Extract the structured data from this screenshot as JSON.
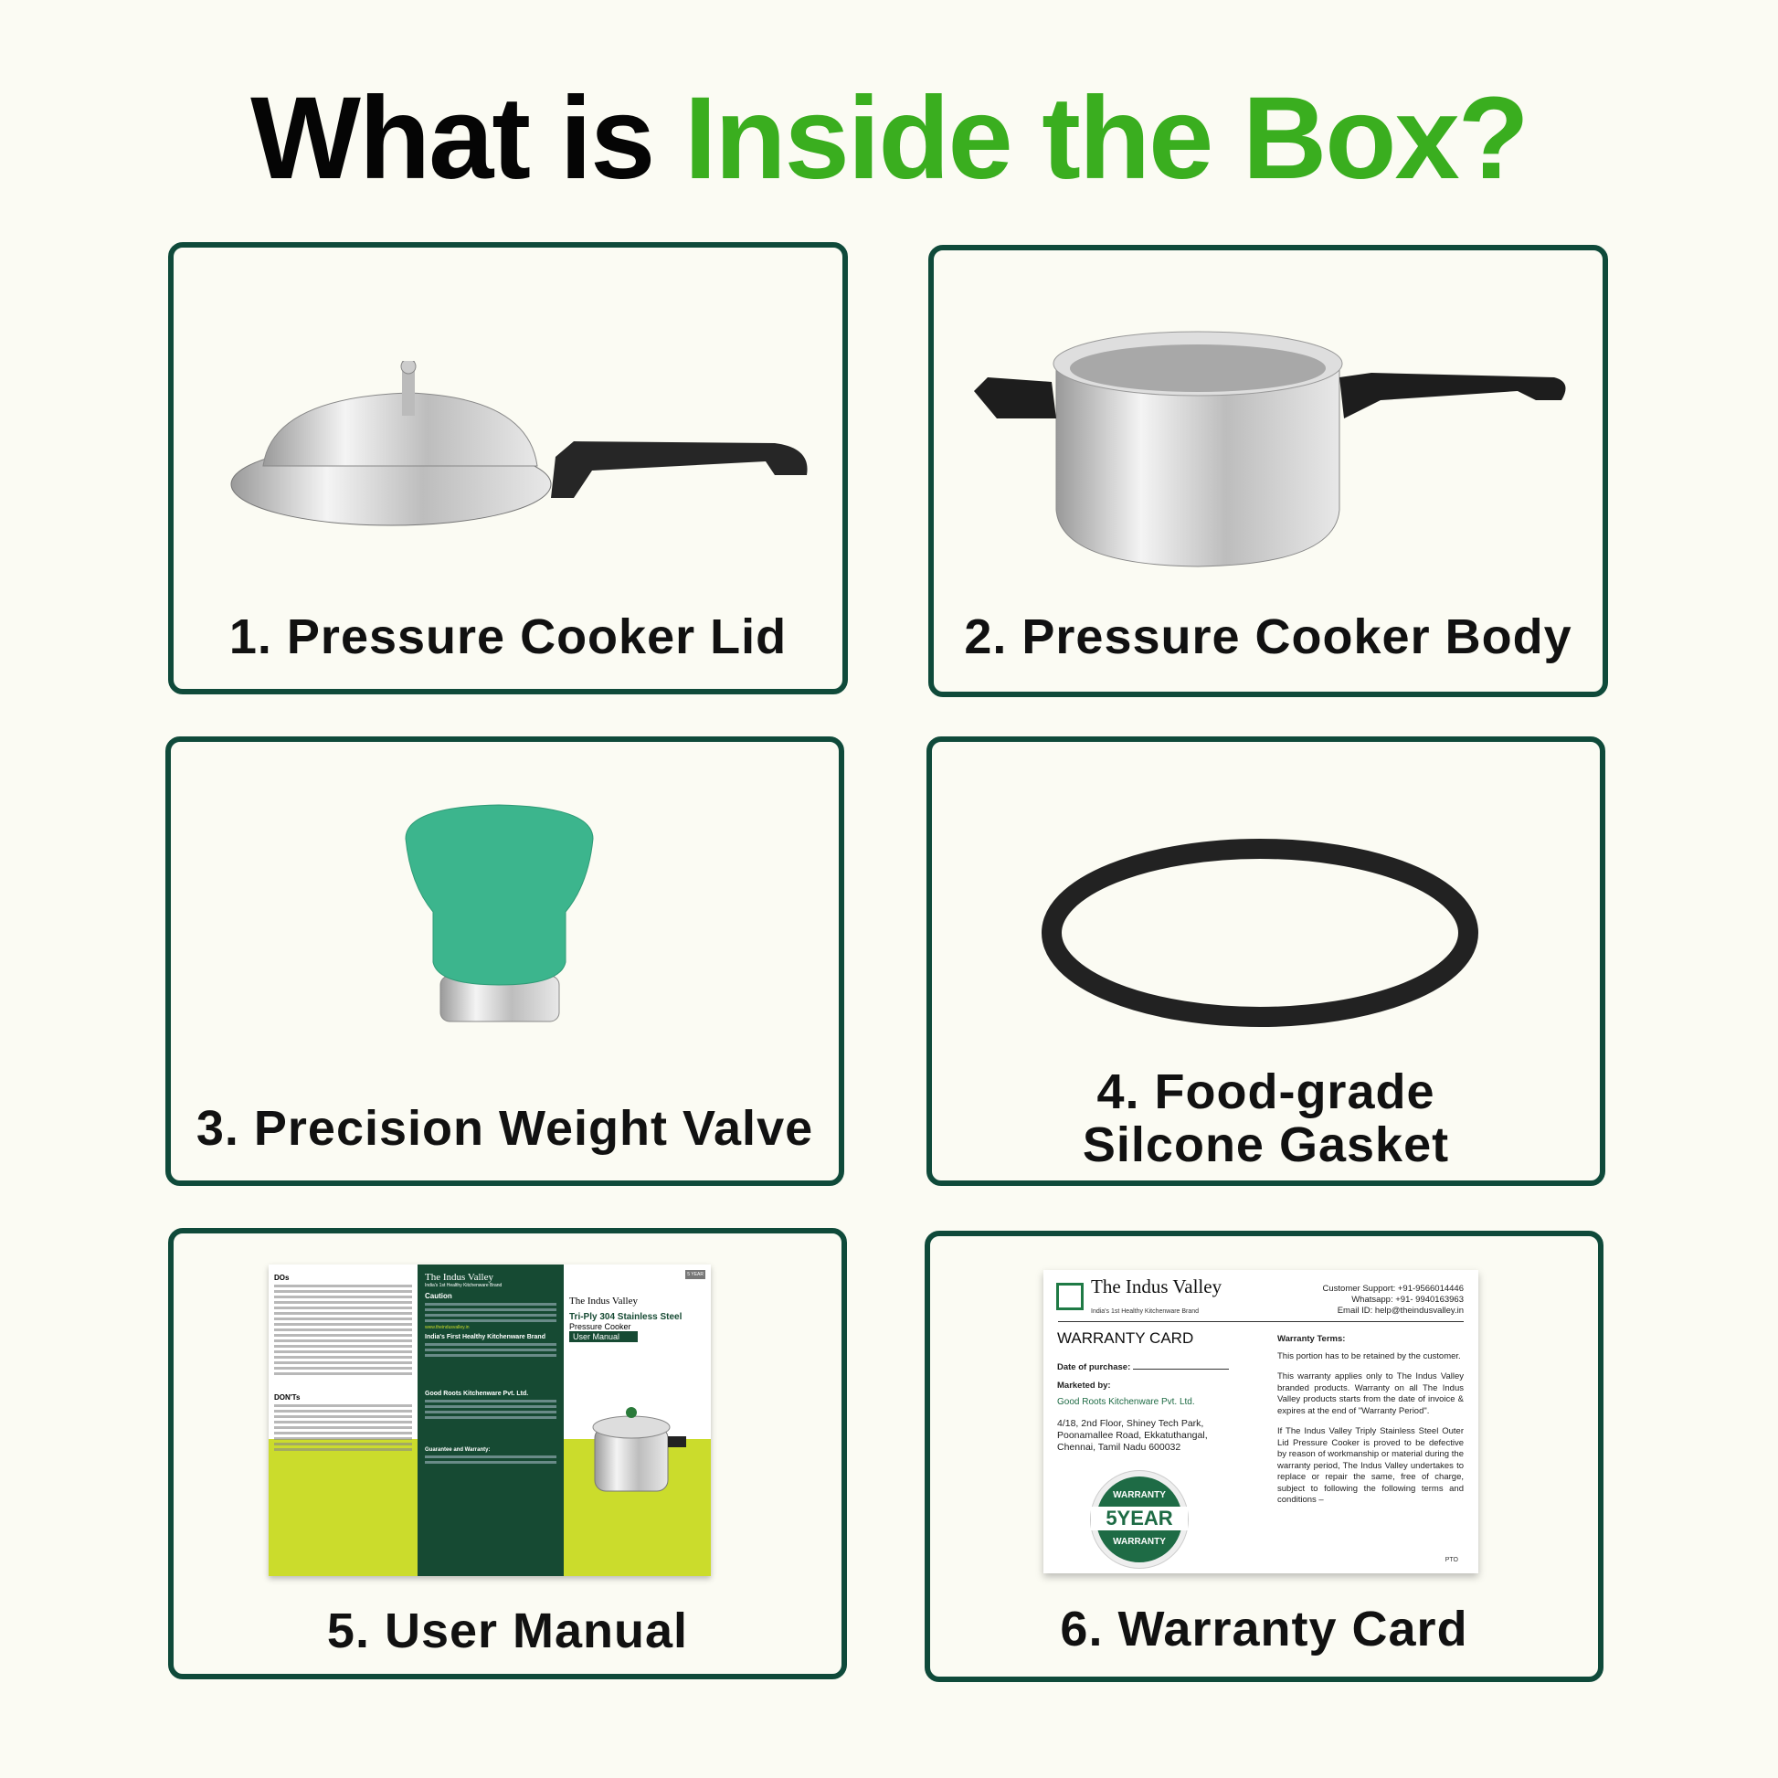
{
  "title": {
    "part1": "What is",
    "part2": "Inside the Box?"
  },
  "colors": {
    "accent": "#3aae1f",
    "border": "#0f4a3a",
    "background": "#fbfbf3"
  },
  "items": [
    {
      "label": "1. Pressure Cooker Lid"
    },
    {
      "label": "2. Pressure Cooker Body"
    },
    {
      "label": "3. Precision Weight Valve"
    },
    {
      "label_line1": "4. Food-grade",
      "label_line2": "Silcone Gasket"
    },
    {
      "label": "5. User Manual"
    },
    {
      "label": "6. Warranty Card"
    }
  ],
  "manual": {
    "dos": "DOs",
    "donts": "DON'Ts",
    "brand": "The Indus Valley",
    "tagline": "India's 1st Healthy Kitchenware Brand",
    "caution": "Caution",
    "website": "www.theindusvalley.in",
    "mission_heading": "India's First Healthy Kitchenware Brand",
    "company": "Good Roots Kitchenware Pvt. Ltd.",
    "guarantee": "Guarantee and Warranty:",
    "product_title": "Tri-Ply 304 Stainless Steel",
    "product_subtitle": "Pressure Cooker",
    "doc_type": "User Manual",
    "seal": "5 YEAR"
  },
  "warranty": {
    "brand": "The Indus Valley",
    "tagline": "India's 1st Healthy Kitchenware Brand",
    "support": "Customer Support: +91-9566014446",
    "whatsapp": "Whatsapp: +91- 9940163963",
    "email": "Email ID: help@theindusvalley.in",
    "heading": "WARRANTY CARD",
    "date_label": "Date of purchase:",
    "marketed_by": "Marketed by:",
    "company": "Good Roots Kitchenware Pvt. Ltd.",
    "address1": "4/18, 2nd Floor, Shiney Tech Park,",
    "address2": "Poonamallee Road, Ekkatuthangal,",
    "address3": "Chennai, Tamil Nadu 600032",
    "seal_top": "WARRANTY",
    "seal_mid": "5YEAR",
    "seal_bottom": "WARRANTY",
    "terms_heading": "Warranty Terms:",
    "terms1": "This portion has to be retained by the customer.",
    "terms2": "This warranty applies only to The Indus Valley branded products. Warranty on all The Indus Valley products starts from the date of invoice & expires at the end of \"Warranty Period\".",
    "terms3": "If The Indus Valley Triply Stainless Steel Outer Lid Pressure Cooker is proved to be defective by reason of workmanship or material during the warranty period, The Indus Valley undertakes to replace or repair the same, free of charge, subject to following the following terms and conditions –",
    "pto": "PTO"
  }
}
